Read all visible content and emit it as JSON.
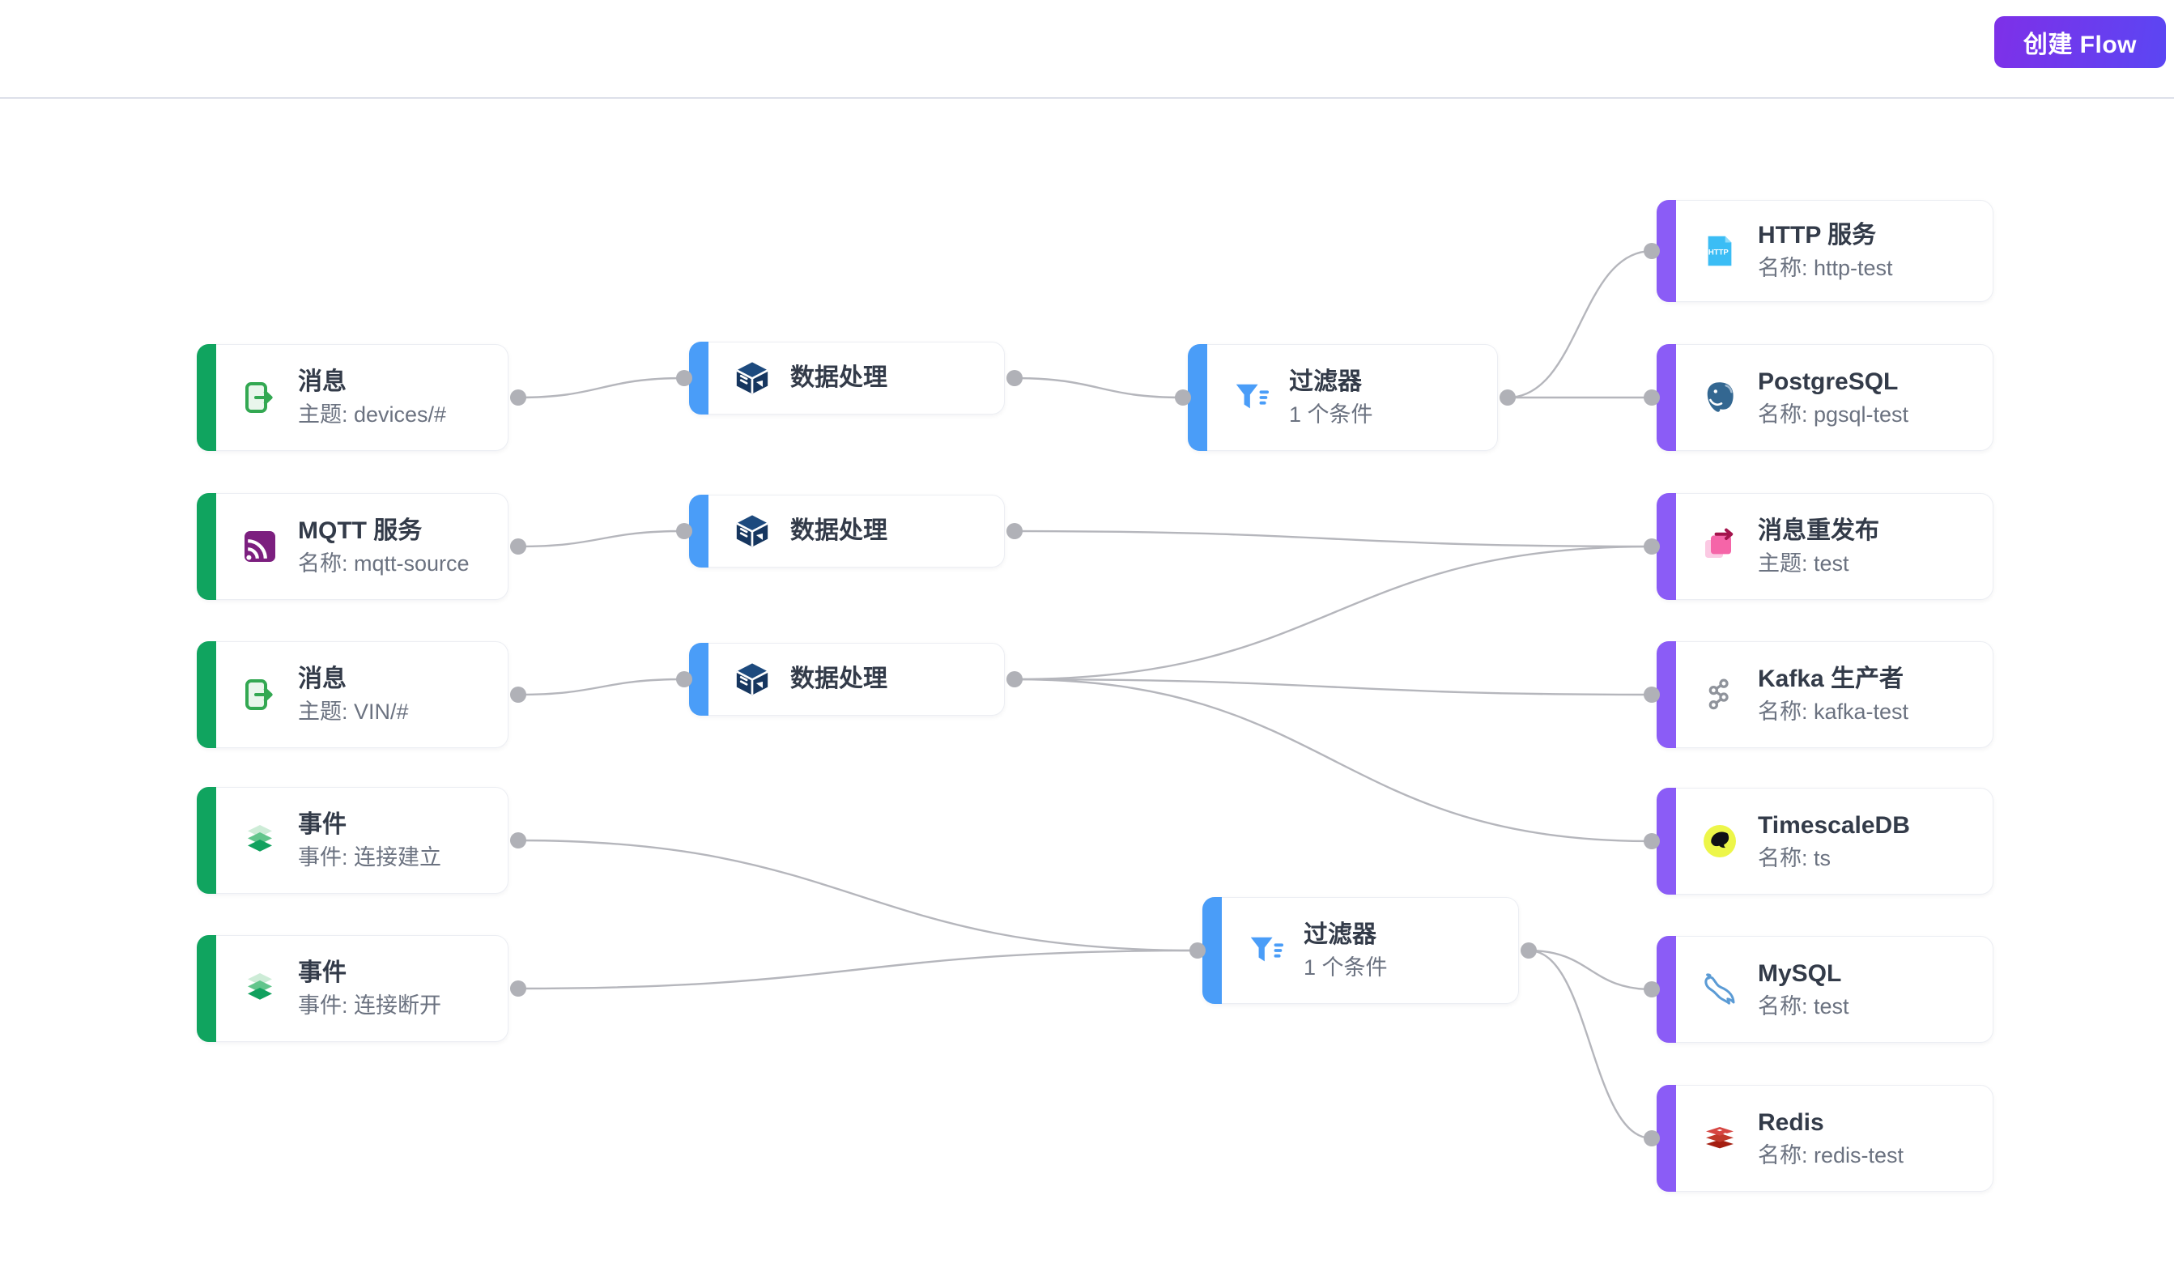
{
  "header": {
    "create_flow_label": "创建 Flow"
  },
  "colors": {
    "source_accent": "#10a45f",
    "process_accent": "#4a9df8",
    "sink_accent": "#8b5cf6",
    "edge": "#b5b6bc",
    "port": "#b0b1b7",
    "title_text": "#333b49",
    "subtitle_text": "#6b7280",
    "button_gradient_start": "#7e30e8",
    "button_gradient_end": "#5b46f3"
  },
  "nodes": [
    {
      "id": "msg-devices",
      "column": "source",
      "icon": "message-out-icon",
      "title": "消息",
      "subtitle": "主题: devices/#"
    },
    {
      "id": "mqtt-source",
      "column": "source",
      "icon": "mqtt-icon",
      "title": "MQTT 服务",
      "subtitle": "名称: mqtt-source"
    },
    {
      "id": "msg-vin",
      "column": "source",
      "icon": "message-out-icon",
      "title": "消息",
      "subtitle": "主题: VIN/#"
    },
    {
      "id": "event-connect",
      "column": "source",
      "icon": "layers-icon",
      "title": "事件",
      "subtitle": "事件: 连接建立"
    },
    {
      "id": "event-disconnect",
      "column": "source",
      "icon": "layers-icon",
      "title": "事件",
      "subtitle": "事件: 连接断开"
    },
    {
      "id": "process-1",
      "column": "process",
      "icon": "cube-icon",
      "title": "数据处理",
      "subtitle": ""
    },
    {
      "id": "process-2",
      "column": "process",
      "icon": "cube-icon",
      "title": "数据处理",
      "subtitle": ""
    },
    {
      "id": "process-3",
      "column": "process",
      "icon": "cube-icon",
      "title": "数据处理",
      "subtitle": ""
    },
    {
      "id": "filter-1",
      "column": "process",
      "icon": "filter-icon",
      "title": "过滤器",
      "subtitle": "1 个条件"
    },
    {
      "id": "filter-2",
      "column": "process",
      "icon": "filter-icon",
      "title": "过滤器",
      "subtitle": "1 个条件"
    },
    {
      "id": "http-test",
      "column": "sink",
      "icon": "http-file-icon",
      "title": "HTTP 服务",
      "subtitle": "名称: http-test"
    },
    {
      "id": "pgsql-test",
      "column": "sink",
      "icon": "postgresql-icon",
      "title": "PostgreSQL",
      "subtitle": "名称: pgsql-test"
    },
    {
      "id": "republish",
      "column": "sink",
      "icon": "republish-icon",
      "title": "消息重发布",
      "subtitle": "主题: test"
    },
    {
      "id": "kafka-test",
      "column": "sink",
      "icon": "kafka-icon",
      "title": "Kafka 生产者",
      "subtitle": "名称: kafka-test"
    },
    {
      "id": "timescaledb",
      "column": "sink",
      "icon": "timescaledb-icon",
      "title": "TimescaleDB",
      "subtitle": "名称: ts"
    },
    {
      "id": "mysql-test",
      "column": "sink",
      "icon": "mysql-icon",
      "title": "MySQL",
      "subtitle": "名称: test"
    },
    {
      "id": "redis-test",
      "column": "sink",
      "icon": "redis-icon",
      "title": "Redis",
      "subtitle": "名称: redis-test"
    }
  ],
  "edges": [
    {
      "from": "msg-devices",
      "to": "process-1"
    },
    {
      "from": "process-1",
      "to": "filter-1"
    },
    {
      "from": "filter-1",
      "to": "http-test"
    },
    {
      "from": "filter-1",
      "to": "pgsql-test"
    },
    {
      "from": "mqtt-source",
      "to": "process-2"
    },
    {
      "from": "process-2",
      "to": "republish"
    },
    {
      "from": "msg-vin",
      "to": "process-3"
    },
    {
      "from": "process-3",
      "to": "republish"
    },
    {
      "from": "process-3",
      "to": "kafka-test"
    },
    {
      "from": "process-3",
      "to": "timescaledb"
    },
    {
      "from": "event-connect",
      "to": "filter-2"
    },
    {
      "from": "event-disconnect",
      "to": "filter-2"
    },
    {
      "from": "filter-2",
      "to": "mysql-test"
    },
    {
      "from": "filter-2",
      "to": "redis-test"
    }
  ]
}
